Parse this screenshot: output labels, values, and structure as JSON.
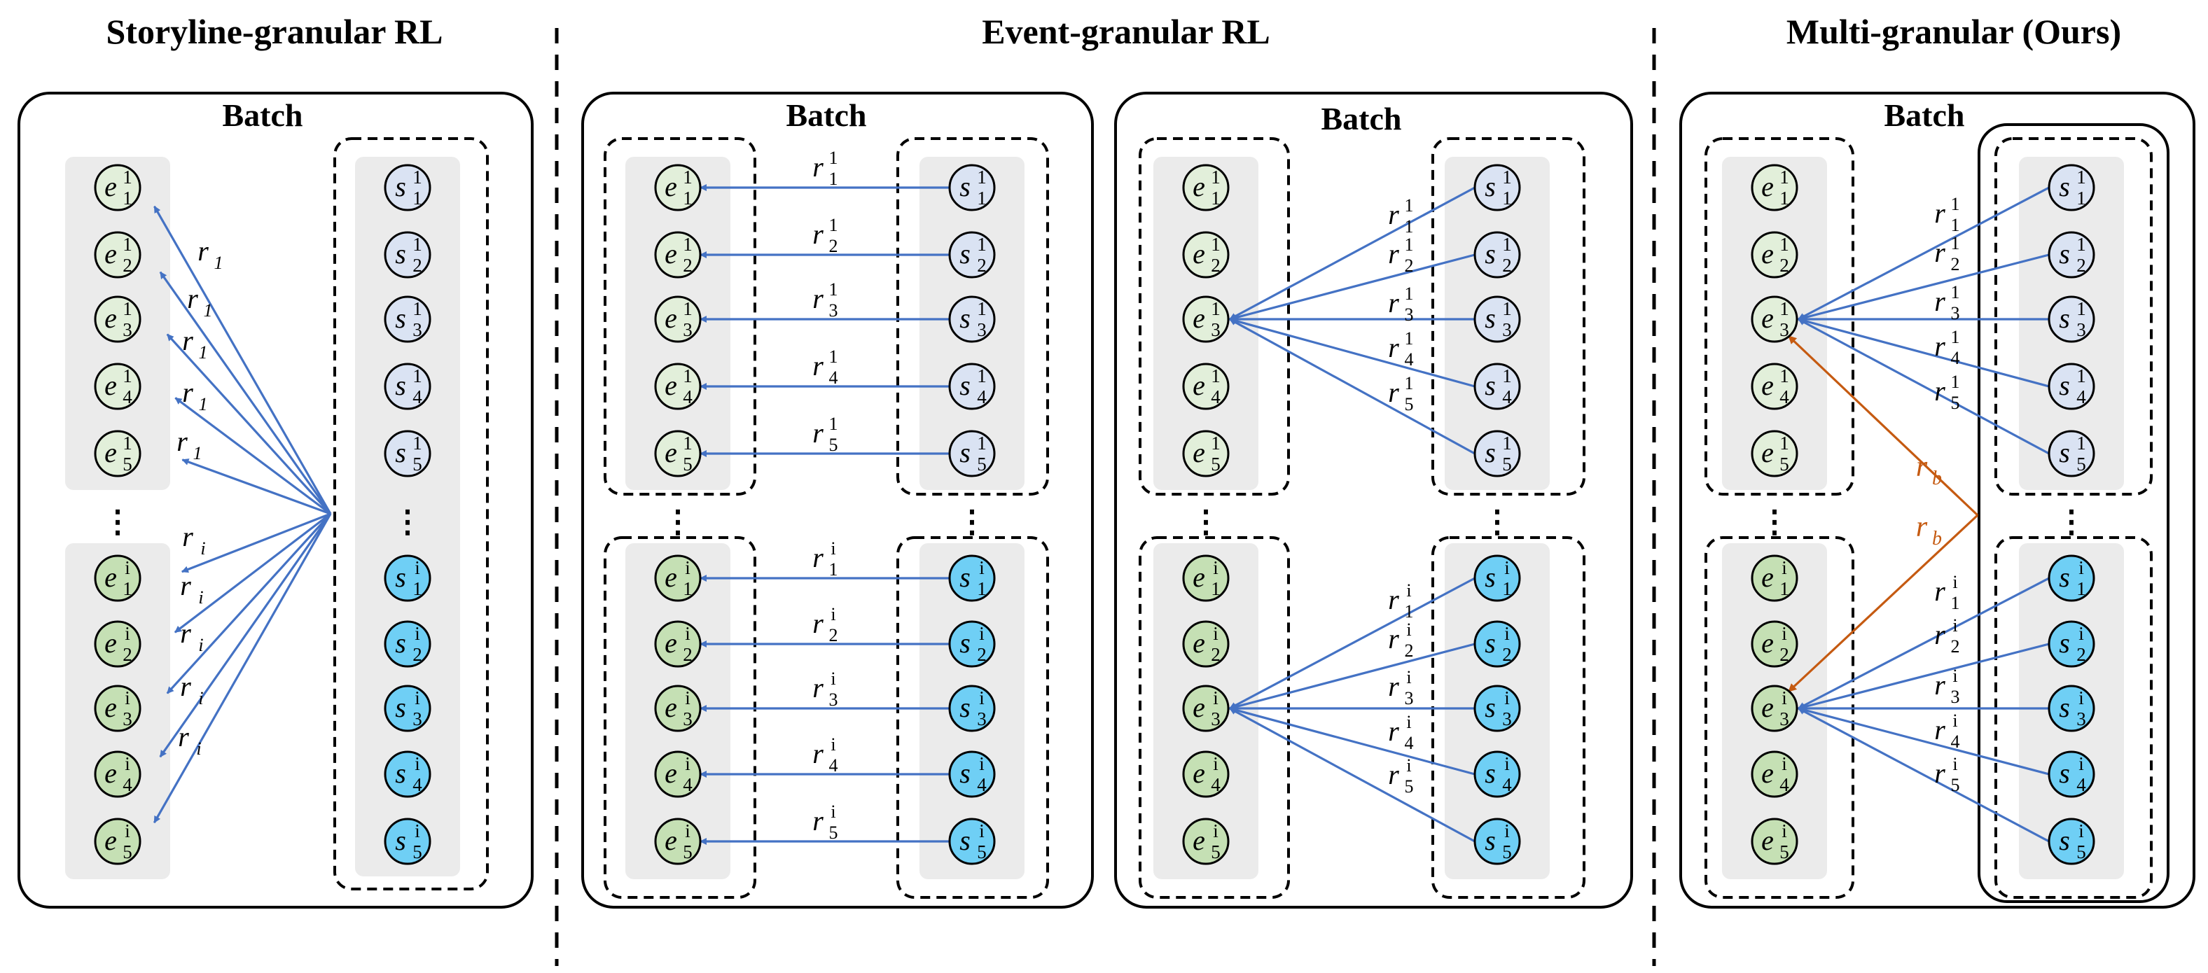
{
  "panels": [
    {
      "title": "Storyline-granular RL",
      "batch_labels": [
        "Batch"
      ]
    },
    {
      "title": "Event-granular RL",
      "batch_labels": [
        "Batch",
        "Batch"
      ]
    },
    {
      "title": "Multi-granular (Ours)",
      "batch_labels": [
        "Batch"
      ]
    }
  ],
  "nodes": {
    "event_letter": "e",
    "storyline_letter": "s",
    "first_group_superscript": "1",
    "last_group_superscript": "i",
    "subscripts": [
      "1",
      "2",
      "3",
      "4",
      "5"
    ]
  },
  "ellipsis": "⋮",
  "rewards": {
    "storyline_first": "r",
    "storyline_first_sub": "1",
    "storyline_last": "r",
    "storyline_last_sub": "i",
    "event_letter": "r",
    "batch_letter": "r",
    "batch_sub": "b"
  },
  "colors": {
    "arrow_blue": "#4472C4",
    "arrow_orange": "#C55A11",
    "event_fill_first": "#E2EFDA",
    "event_fill_last": "#C5E0B4",
    "story_fill_first": "#DAE3F3",
    "story_fill_last": "#6FCFF5",
    "group_bg": "#EBEBEB"
  }
}
